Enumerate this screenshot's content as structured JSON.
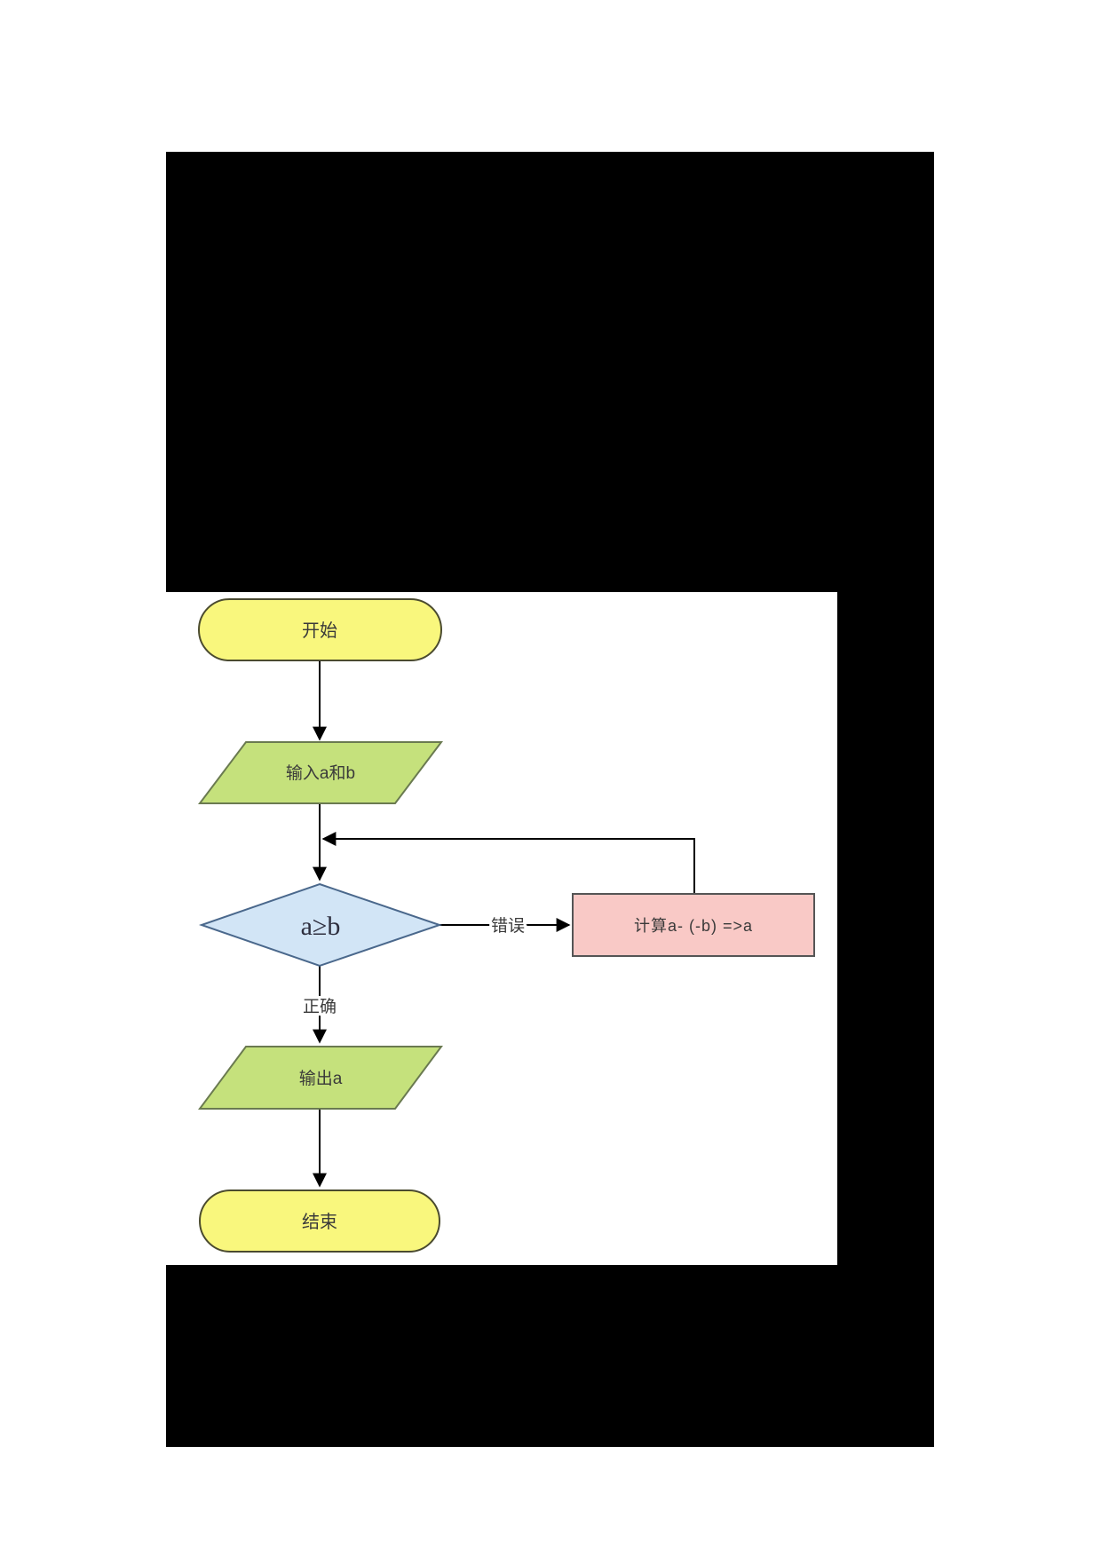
{
  "flowchart": {
    "nodes": {
      "start": {
        "label": "开始",
        "type": "terminator"
      },
      "input": {
        "label": "输入a和b",
        "type": "io"
      },
      "decision": {
        "label": "a≥b",
        "type": "decision"
      },
      "process": {
        "label": "计算a- (-b) =>a",
        "type": "process"
      },
      "output": {
        "label": "输出a",
        "type": "io"
      },
      "end": {
        "label": "结束",
        "type": "terminator"
      }
    },
    "edges": {
      "true_branch": {
        "label": "正确"
      },
      "false_branch": {
        "label": "错误"
      }
    }
  },
  "colors": {
    "page_background": "#ffffff",
    "black_backdrop": "#000000",
    "canvas_background": "#ffffff",
    "terminator_fill": "#f9f77d",
    "terminator_stroke": "#4b4b2f",
    "io_fill": "#c5e17c",
    "io_stroke": "#6a7a50",
    "decision_fill": "#d2e5f6",
    "decision_stroke": "#4a688c",
    "process_fill": "#f9c9c6",
    "process_stroke": "#555555",
    "line": "#000000"
  }
}
